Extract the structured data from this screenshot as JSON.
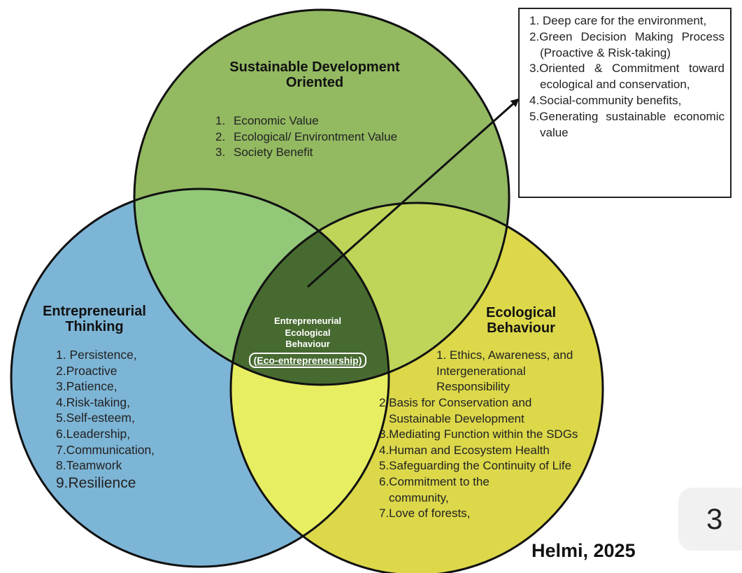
{
  "circles": {
    "top": {
      "title_line1": "Sustainable Development",
      "title_line2": "Oriented",
      "items": [
        {
          "num": "1.",
          "text": "Economic Value"
        },
        {
          "num": "2.",
          "text": "Ecological/ Environtment Value"
        },
        {
          "num": "3.",
          "text": "Society Benefit"
        }
      ],
      "color": "#93b961"
    },
    "left": {
      "title_line1": "Entrepreneurial",
      "title_line2": "Thinking",
      "items": [
        "1. Persistence,",
        "2.Proactive",
        "3.Patience,",
        "4.Risk-taking,",
        "5.Self-esteem,",
        "6.Leadership,",
        "7.Communication,",
        "8.Teamwork"
      ],
      "last_item": "9.Resilience",
      "color": "#7db5d6"
    },
    "right": {
      "title_line1": "Ecological",
      "title_line2": "Behaviour",
      "items": [
        "1. Ethics, Awareness, and Intergenerational Responsibility",
        "2.Basis for Conservation and Sustainable Development",
        "3.Mediating Function within the SDGs",
        "4.Human and Ecosystem Health",
        "5.Safeguarding the Continuity of Life",
        "6.Commitment to the community,",
        "7.Love of forests,"
      ],
      "color": "#dcd84a"
    }
  },
  "center": {
    "line1": "Entrepreneurial",
    "line2": "Ecological",
    "line3": "Behaviour",
    "sub": "(Eco-entrepreneurship)",
    "color": "#476a30"
  },
  "callout": {
    "items": [
      "1. Deep care for the environment,",
      "2.Green Decision Making Process (Proactive & Risk-taking)",
      "3.Oriented & Commitment toward ecological and conservation,",
      "4.Social-community benefits,",
      "5.Generating sustainable economic value"
    ]
  },
  "attribution": "Helmi, 2025",
  "page_number": "3"
}
